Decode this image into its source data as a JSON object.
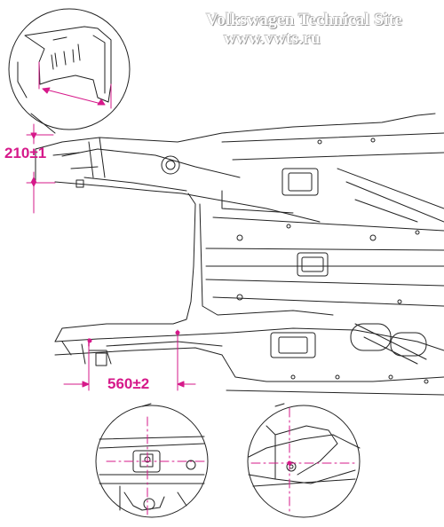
{
  "watermark": {
    "line1": "Volkswagen Technical Site",
    "line2": "www.vwts.ru"
  },
  "dimensions": {
    "height_label": "210±1",
    "width_label": "560±2"
  },
  "colors": {
    "dimension": "#d6198a",
    "linework": "#222222",
    "watermark_outline": "#9a9a9a"
  }
}
